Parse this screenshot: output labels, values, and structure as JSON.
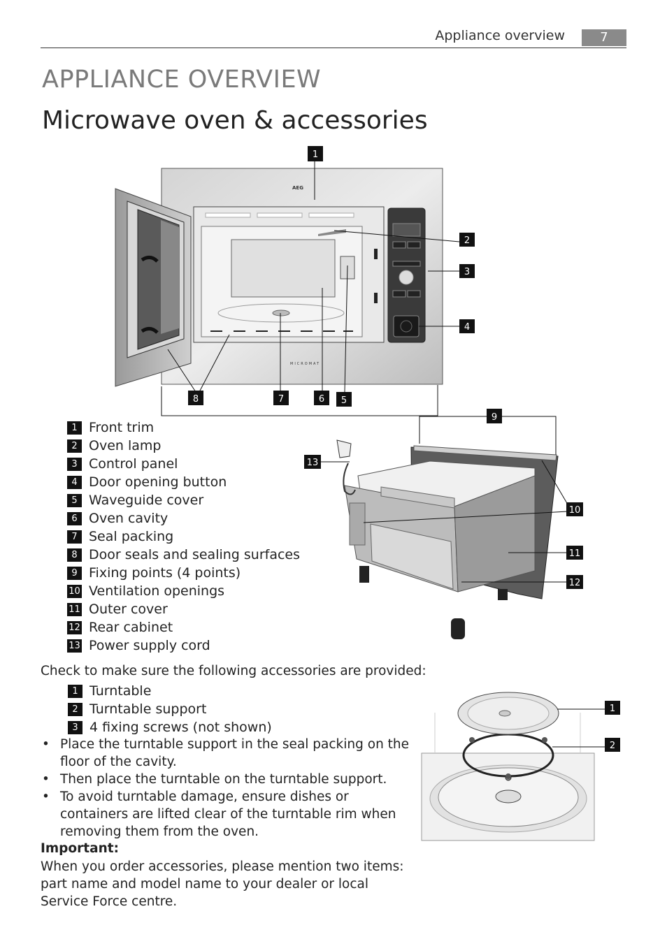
{
  "header": {
    "section": "Appliance overview",
    "page": "7"
  },
  "title": "APPLIANCE OVERVIEW",
  "subtitle": "Microwave oven & accessories",
  "diagram": {
    "brand": "AEG",
    "model_text": "MICROMAT",
    "callouts": [
      "1",
      "2",
      "3",
      "4",
      "5",
      "6",
      "7",
      "8",
      "9",
      "10",
      "11",
      "12",
      "13"
    ]
  },
  "legend": [
    {
      "num": "1",
      "label": "Front trim"
    },
    {
      "num": "2",
      "label": "Oven lamp"
    },
    {
      "num": "3",
      "label": "Control panel"
    },
    {
      "num": "4",
      "label": "Door opening button"
    },
    {
      "num": "5",
      "label": "Waveguide cover"
    },
    {
      "num": "6",
      "label": "Oven cavity"
    },
    {
      "num": "7",
      "label": "Seal packing"
    },
    {
      "num": "8",
      "label": "Door seals and sealing surfaces"
    },
    {
      "num": "9",
      "label": "Fixing points (4 points)"
    },
    {
      "num": "10",
      "label": "Ventilation openings"
    },
    {
      "num": "11",
      "label": "Outer cover"
    },
    {
      "num": "12",
      "label": "Rear cabinet"
    },
    {
      "num": "13",
      "label": "Power supply cord"
    }
  ],
  "accessories": {
    "intro": "Check to make sure the following accessories are provided:",
    "items": [
      {
        "num": "1",
        "label": "Turntable"
      },
      {
        "num": "2",
        "label": "Turntable support"
      },
      {
        "num": "3",
        "label": "4 fixing screws (not shown)"
      }
    ],
    "bullets": [
      "Place the turntable support in the seal packing on the floor of the cavity.",
      "Then place the turntable on the turntable support.",
      "To avoid turntable damage, ensure dishes or containers are lifted clear of the turntable rim when removing them from the oven."
    ],
    "turntable_callouts": [
      "1",
      "2"
    ]
  },
  "important": {
    "heading": "Important:",
    "text": "When you order accessories, please mention two items: part name and model name to your dealer or local Service Force centre."
  }
}
